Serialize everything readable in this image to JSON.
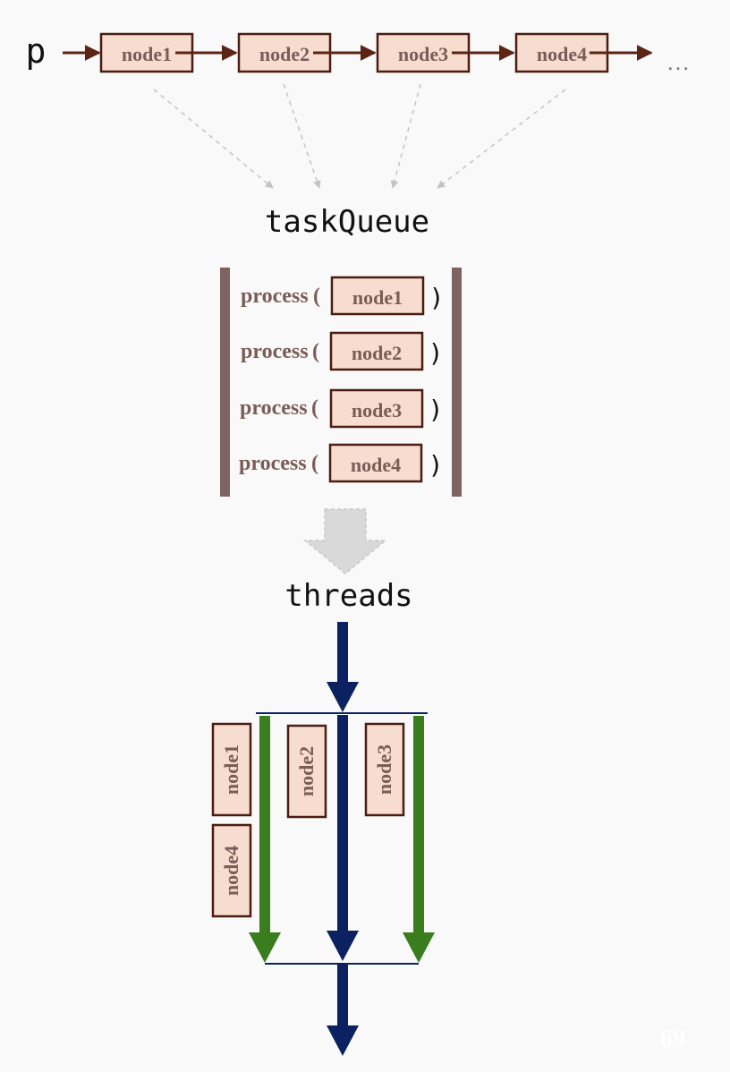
{
  "list": {
    "pointer": "p",
    "nodes": [
      "node1",
      "node2",
      "node3",
      "node4"
    ],
    "ellipsis": "…"
  },
  "queue": {
    "title": "taskQueue",
    "process_label": "process",
    "open_paren": "(",
    "close_paren": ")",
    "items": [
      "node1",
      "node2",
      "node3",
      "node4"
    ]
  },
  "threads": {
    "title": "threads",
    "lane_left": [
      "node1",
      "node4"
    ],
    "lane_middle": [
      "node2"
    ],
    "lane_right": [
      "node3"
    ]
  },
  "page_number": "69",
  "colors": {
    "node_fill": "#f7dcd0",
    "node_border": "#4a1d10",
    "list_arrow": "#5c2414",
    "queue_bar": "#7f6361",
    "thread_main": "#0c2260",
    "thread_worker": "#3a7d1e",
    "dashed": "#c4c4c4",
    "big_arrow": "#d9d9d9"
  }
}
